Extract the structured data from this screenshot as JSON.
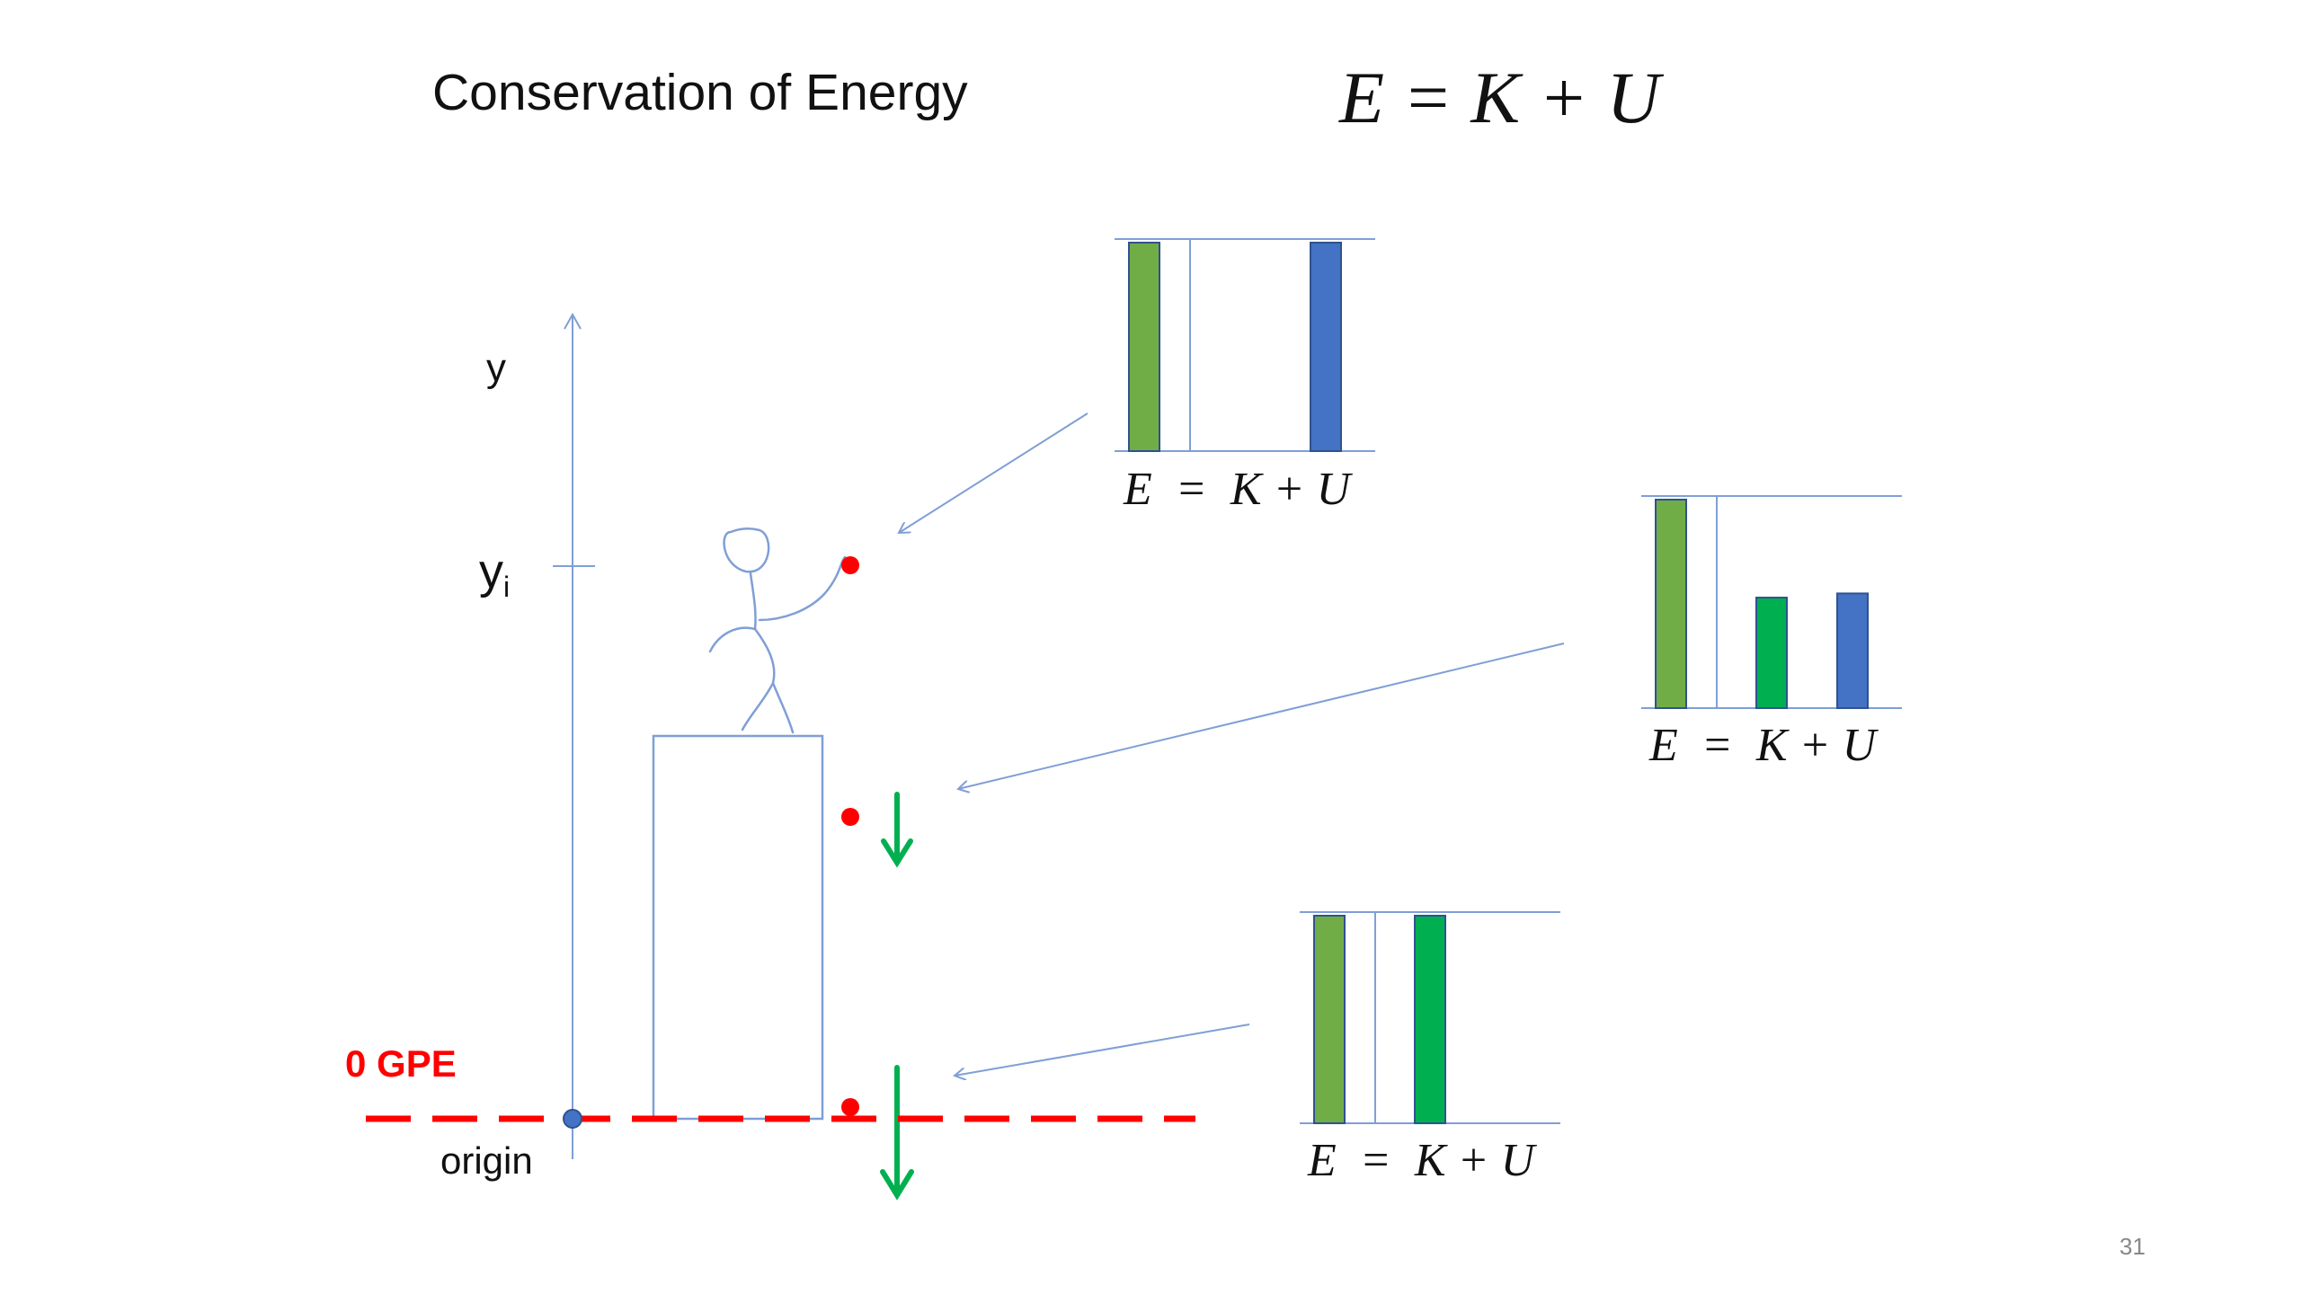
{
  "slide": {
    "title": "Conservation of Energy",
    "formula": "E = K + U",
    "page_number": "31"
  },
  "axis": {
    "y_label": "y",
    "yi_label": "y",
    "yi_subscript": "i",
    "origin_label": "origin",
    "ground_label": "0 GPE"
  },
  "energy_charts": [
    {
      "name": "top",
      "equation": "E  =  K + U",
      "E": 1.0,
      "K": 0.0,
      "U": 1.0
    },
    {
      "name": "middle",
      "equation": "E  =  K + U",
      "E": 1.0,
      "K": 0.53,
      "U": 0.55
    },
    {
      "name": "bottom",
      "equation": "E  =  K + U",
      "E": 1.0,
      "K": 1.0,
      "U": 0.0
    }
  ],
  "colors": {
    "line_blue": "#7f9fd6",
    "e_bar": "#70ad47",
    "k_bar": "#00b050",
    "u_bar": "#4472c4",
    "ball_red": "#ff0000",
    "ground_red": "#ff0000",
    "arrow_green": "#00b050",
    "origin_dot": "#4472c4"
  }
}
